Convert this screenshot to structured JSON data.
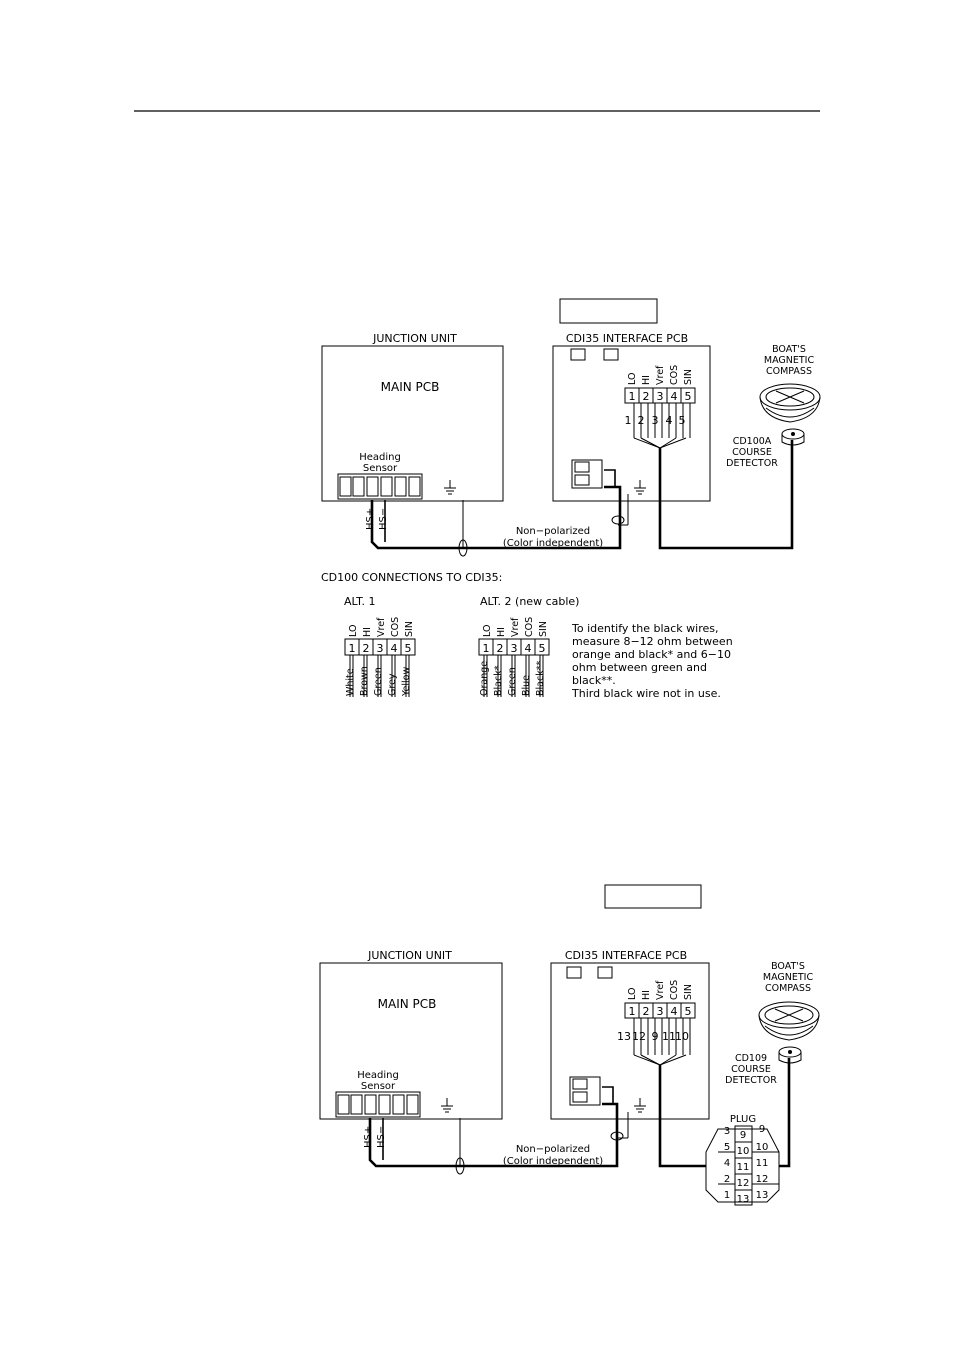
{
  "diagram1": {
    "junction_title": "JUNCTION UNIT",
    "main_pcb": "MAIN PCB",
    "heading": "Heading",
    "sensor": "Sensor",
    "hs_plus": "HS+",
    "hs_minus": "HS−",
    "cdi_title": "CDI35 INTERFACE PCB",
    "signal_labels": [
      "LO",
      "HI",
      "Vref",
      "COS",
      "SIN"
    ],
    "terminal_numbers": [
      "1",
      "2",
      "3",
      "4",
      "5"
    ],
    "wire_numbers": [
      "1",
      "2",
      "3",
      "4",
      "5"
    ],
    "compass": [
      "BOAT'S",
      "MAGNETIC",
      "COMPASS"
    ],
    "detector": [
      "CD100A",
      "COURSE",
      "DETECTOR"
    ],
    "cable_note": [
      "Non−polarized",
      "(Color independent)"
    ]
  },
  "connections": {
    "title": "CD100 CONNECTIONS TO CDI35:",
    "alt1_title": "ALT. 1",
    "alt2_title": "ALT. 2 (new cable)",
    "signal_labels": [
      "LO",
      "HI",
      "Vref",
      "COS",
      "SIN"
    ],
    "terminal_numbers": [
      "1",
      "2",
      "3",
      "4",
      "5"
    ],
    "alt1_colors": [
      "White",
      "Brown",
      "Green",
      "Grey",
      "Yellow"
    ],
    "alt2_colors": [
      "Orange",
      "Black*",
      "Green",
      "Blue",
      "Black**"
    ],
    "note_lines": [
      "To identify the black wires,",
      "measure 8−12 ohm between",
      "orange and black* and 6−10",
      "ohm between green and",
      "black**.",
      "Third black wire not in use."
    ]
  },
  "diagram2": {
    "junction_title": "JUNCTION UNIT",
    "main_pcb": "MAIN PCB",
    "heading": "Heading",
    "sensor": "Sensor",
    "hs_plus": "HS+",
    "hs_minus": "HS−",
    "cdi_title": "CDI35 INTERFACE PCB",
    "signal_labels": [
      "LO",
      "HI",
      "Vref",
      "COS",
      "SIN"
    ],
    "terminal_numbers": [
      "1",
      "2",
      "3",
      "4",
      "5"
    ],
    "wire_numbers": [
      "13",
      "12",
      "9",
      "11",
      "10"
    ],
    "compass": [
      "BOAT'S",
      "MAGNETIC",
      "COMPASS"
    ],
    "detector": [
      "CD109",
      "COURSE",
      "DETECTOR"
    ],
    "cable_note": [
      "Non−polarized",
      "(Color independent)"
    ],
    "plug_title": "PLUG",
    "plug_pins": [
      "9",
      "10",
      "11",
      "12",
      "13"
    ],
    "plug_left": [
      "3",
      "5",
      "4",
      "2",
      "1"
    ],
    "plug_right": [
      "9",
      "10",
      "11",
      "12",
      "13"
    ]
  }
}
